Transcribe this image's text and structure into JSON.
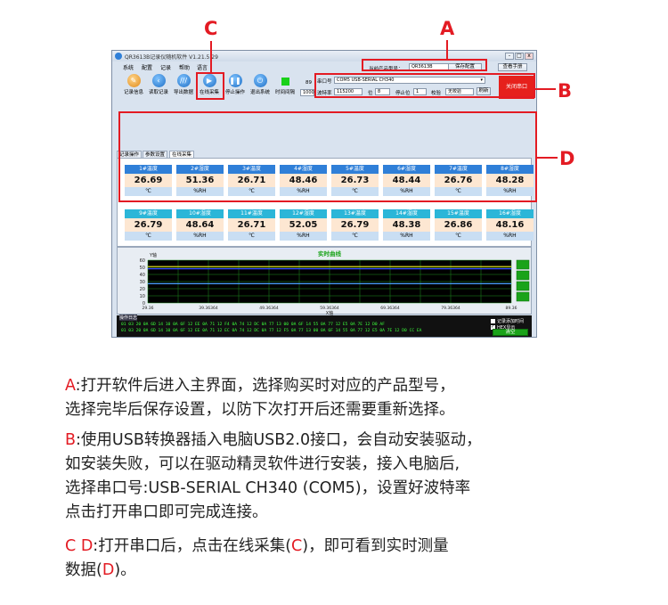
{
  "window": {
    "title": "QR3613B记录仪随机软件  V1.21.5.29",
    "min_label": "-",
    "max_label": "□",
    "close_label": "x"
  },
  "menu": [
    "系统",
    "配置",
    "记录",
    "帮助",
    "语言"
  ],
  "toolbar": [
    {
      "label": "记录信息",
      "icon": "info-icon"
    },
    {
      "label": "读取记录",
      "icon": "read-icon"
    },
    {
      "label": "导出数据",
      "icon": "export-icon"
    },
    {
      "label": "在线采集",
      "icon": "play-icon"
    },
    {
      "label": "停止操作",
      "icon": "pause-icon"
    },
    {
      "label": "退出系统",
      "icon": "power-icon"
    },
    {
      "label": "时间间隔",
      "icon": "green-status-icon"
    }
  ],
  "interval": {
    "top": "89",
    "bottom": "1000"
  },
  "product": {
    "label": "当前产品型号：",
    "value": "QR3613B",
    "save_button": "保存配置",
    "manual_button": "查看手册"
  },
  "serial": {
    "port_label": "串口号",
    "port_value": "COM5 USB-SERIAL CH340",
    "baud_label": "波特率",
    "baud_value": "115200",
    "bits_label": "位",
    "bits_value": "8",
    "stop_label": "停止位",
    "stop_value": "1",
    "check_label": "校验",
    "check_value": "无校验",
    "refresh_button": "刷新",
    "open_button": "关闭串口"
  },
  "tabs": [
    "记录操作",
    "参数设置",
    "在线采集"
  ],
  "sensors": [
    {
      "name": "1#温度",
      "value": "26.69",
      "unit": "℃"
    },
    {
      "name": "2#湿度",
      "value": "51.36",
      "unit": "%RH"
    },
    {
      "name": "3#温度",
      "value": "26.71",
      "unit": "℃"
    },
    {
      "name": "4#湿度",
      "value": "48.46",
      "unit": "%RH"
    },
    {
      "name": "5#温度",
      "value": "26.73",
      "unit": "℃"
    },
    {
      "name": "6#湿度",
      "value": "48.44",
      "unit": "%RH"
    },
    {
      "name": "7#温度",
      "value": "26.76",
      "unit": "℃"
    },
    {
      "name": "8#湿度",
      "value": "48.28",
      "unit": "%RH"
    },
    {
      "name": "9#温度",
      "value": "26.79",
      "unit": "℃"
    },
    {
      "name": "10#湿度",
      "value": "48.64",
      "unit": "%RH"
    },
    {
      "name": "11#温度",
      "value": "26.71",
      "unit": "℃"
    },
    {
      "name": "12#湿度",
      "value": "52.05",
      "unit": "%RH"
    },
    {
      "name": "13#温度",
      "value": "26.79",
      "unit": "℃"
    },
    {
      "name": "14#湿度",
      "value": "48.38",
      "unit": "%RH"
    },
    {
      "name": "15#温度",
      "value": "26.86",
      "unit": "℃"
    },
    {
      "name": "16#湿度",
      "value": "48.16",
      "unit": "%RH"
    }
  ],
  "colors": {
    "sensor_header_blue": "#2f7fd8",
    "sensor_header_cyan": "#2bb6d8",
    "callout_red": "#e31b23",
    "chart_bg": "#000000",
    "grid": "#1f8f1f"
  },
  "chart_data": {
    "type": "line",
    "title": "实时曲线",
    "xlabel": "X轴",
    "ylabel": "Y轴",
    "ylim": [
      0,
      60
    ],
    "yticks": [
      "60",
      "50",
      "40",
      "30",
      "20",
      "10",
      "0"
    ],
    "xticks": [
      "29.36",
      "39.36364",
      "49.36364",
      "59.36364",
      "69.36364",
      "79.36364",
      "89.36"
    ],
    "grid": true,
    "series": [
      {
        "values": [
          51,
          51,
          51,
          51,
          51,
          51,
          51
        ],
        "color": "#f0e020"
      },
      {
        "values": [
          48,
          48,
          48,
          48,
          48,
          48,
          48
        ],
        "color": "#3a4cff"
      },
      {
        "values": [
          27,
          27,
          27,
          27,
          27,
          27,
          27
        ],
        "color": "#4aa0ff"
      }
    ]
  },
  "log": {
    "title": "操作日志",
    "lines": [
      "01 03 20 0A 6D 14 10 0A 6F 12 EE 0A 71 12 F4 0A 74 12 DC 0A 77 13 00 0A 6F 14 55 0A 77 12 E5 0A 7E 12 D0 AF",
      "01 03 20 0A 6D 14 10 0A 6F 12 EE 0A 71 12 EC 0A 74 12 DC 0A 77 12 F5 0A 77 13 00 0A 6F 14 55 0A 77 12 E5 0A 7E 12 D0 CC EA"
    ],
    "check_auto_time": "记录添加时间",
    "check_hex": "HEX显示",
    "clear_button": "清空"
  },
  "callouts": {
    "a": "A",
    "b": "B",
    "c": "C",
    "d": "D"
  },
  "description": {
    "a_letter": "A",
    "a_text": ":打开软件后进入主界面，选择购买时对应的产品型号，",
    "a_text2": "选择完毕后保存设置，以防下次打开后还需要重新选择。",
    "b_letter": "B",
    "b_text": ":使用USB转换器插入电脑USB2.0接口，会自动安装驱动，",
    "b_text2": "如安装失败，可以在驱动精灵软件进行安装，接入电脑后,",
    "b_text3": "选择串口号:USB-SERIAL CH340 (COM5)，设置好波特率",
    "b_text4": "点击打开串口即可完成连接。",
    "cd_c": "C",
    "cd_d": "D",
    "cd_text1": ":打开串口后，点击在线采集(",
    "cd_c2": "C",
    "cd_text2": ")，即可看到实时测量",
    "cd_text3": "数据(",
    "cd_d2": "D",
    "cd_text4": ")。"
  }
}
